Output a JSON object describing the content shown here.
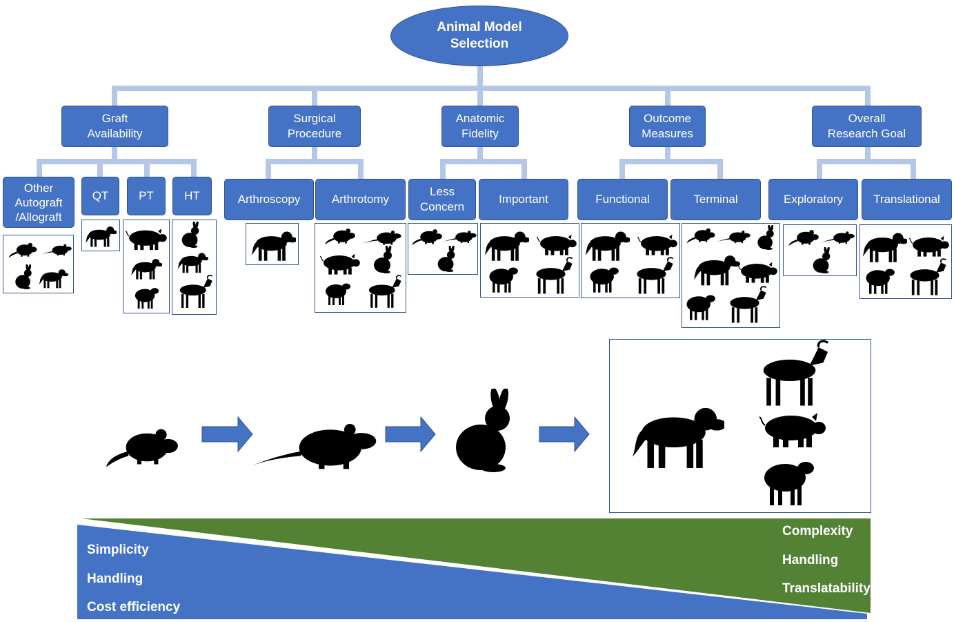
{
  "root": {
    "line1": "Animal Model",
    "line2": "Selection"
  },
  "criteria": [
    {
      "line1": "Graft",
      "line2": "Availability"
    },
    {
      "line1": "Surgical",
      "line2": "Procedure"
    },
    {
      "line1": "Anatomic",
      "line2": "Fidelity"
    },
    {
      "line1": "Outcome",
      "line2": "Measures"
    },
    {
      "line1": "Overall",
      "line2": "Research Goal"
    }
  ],
  "options": {
    "graft": [
      {
        "lines": [
          "Other",
          "Autograft",
          "/Allograft"
        ]
      },
      {
        "lines": [
          "QT"
        ]
      },
      {
        "lines": [
          "PT"
        ]
      },
      {
        "lines": [
          "HT"
        ]
      }
    ],
    "surgical": [
      {
        "lines": [
          "Arthroscopy"
        ]
      },
      {
        "lines": [
          "Arthrotomy"
        ]
      }
    ],
    "fidelity": [
      {
        "lines": [
          "Less",
          "Concern"
        ]
      },
      {
        "lines": [
          "Important"
        ]
      }
    ],
    "outcome": [
      {
        "lines": [
          "Functional"
        ]
      },
      {
        "lines": [
          "Terminal"
        ]
      }
    ],
    "goal": [
      {
        "lines": [
          "Exploratory"
        ]
      },
      {
        "lines": [
          "Translational"
        ]
      }
    ]
  },
  "animal_groups": {
    "other_autograft": [
      "mouse",
      "rat",
      "rabbit",
      "dog"
    ],
    "qt": [
      "dog"
    ],
    "pt": [
      "pig",
      "dog",
      "sheep"
    ],
    "ht": [
      "rabbit",
      "dog",
      "goat"
    ],
    "arthroscopy": [
      "dog"
    ],
    "arthrotomy": [
      "mouse",
      "rat",
      "pig",
      "rabbit",
      "sheep",
      "goat"
    ],
    "less_concern": [
      "mouse",
      "rat",
      "rabbit"
    ],
    "important": [
      "dog",
      "pig",
      "sheep",
      "goat"
    ],
    "functional": [
      "dog",
      "pig",
      "sheep",
      "goat"
    ],
    "terminal": [
      "mouse",
      "rat",
      "rabbit",
      "dog",
      "pig",
      "sheep",
      "goat"
    ],
    "exploratory": [
      "mouse",
      "rat",
      "rabbit"
    ],
    "translational": [
      "dog",
      "pig",
      "sheep",
      "goat"
    ]
  },
  "progression": [
    "mouse",
    "rat",
    "rabbit",
    "large-animals"
  ],
  "large_animals": [
    "dog",
    "goat",
    "pig",
    "sheep"
  ],
  "left_wedge": [
    "Simplicity",
    "Handling",
    "Cost efficiency"
  ],
  "right_wedge": [
    "Complexity",
    "Handling",
    "Translatability"
  ],
  "colors": {
    "box_fill": "#4472c4",
    "box_border": "#2f528f",
    "connector": "#b4c7e7",
    "left_wedge": "#4472c4",
    "right_wedge": "#548235",
    "silhouette": "#000000"
  }
}
